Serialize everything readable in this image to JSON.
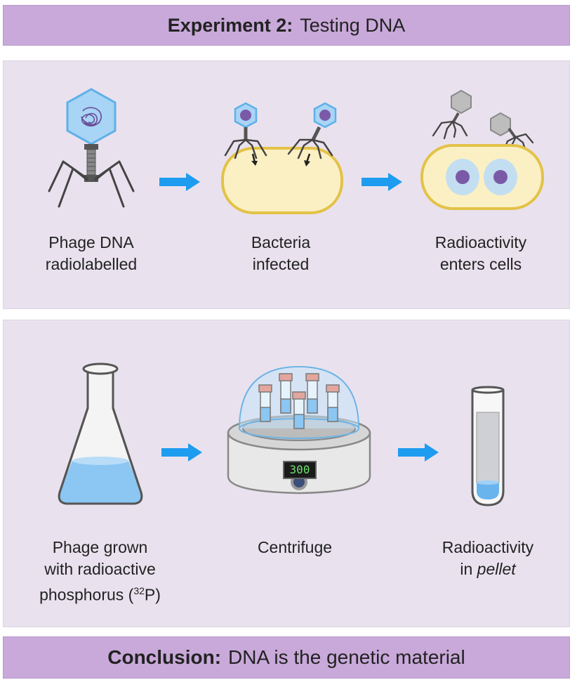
{
  "title": {
    "bold": "Experiment 2:",
    "rest": "Testing DNA"
  },
  "panel1": {
    "steps": [
      {
        "line1": "Phage DNA",
        "line2": "radiolabelled"
      },
      {
        "line1": "Bacteria",
        "line2": "infected"
      },
      {
        "line1": "Radioactivity",
        "line2": "enters cells"
      }
    ]
  },
  "panel2": {
    "steps": [
      {
        "line1": "Phage grown",
        "line2": "with radioactive",
        "line3_pre": "phosphorus (",
        "line3_sup": "32",
        "line3_post": "P)"
      },
      {
        "line1": "Centrifuge"
      },
      {
        "line1": "Radioactivity",
        "line2_pre": "in ",
        "line2_em": "pellet"
      }
    ],
    "display": "300"
  },
  "conclusion": {
    "bold": "Conclusion:",
    "rest": "DNA is the genetic material"
  },
  "colors": {
    "header": "#c9a9da",
    "panel": "#e9e2ee",
    "arrow": "#1e9cf0",
    "liquid": "#8cc6f2"
  }
}
